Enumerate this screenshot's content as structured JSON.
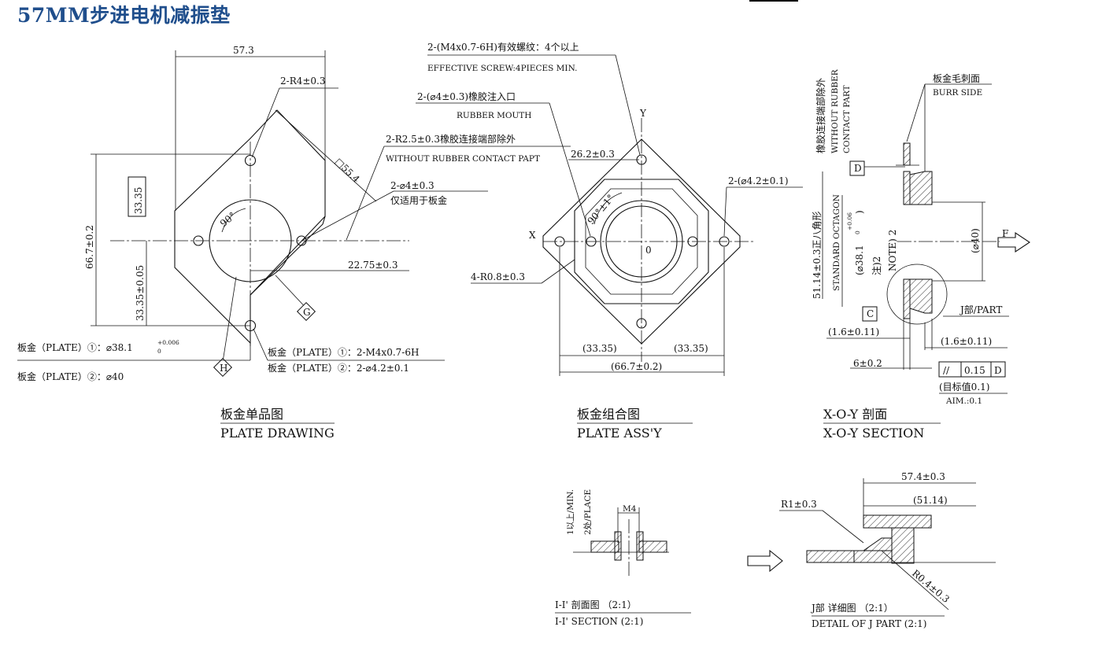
{
  "title": "57MM步进电机减振垫",
  "plate_drawing": {
    "dim_width": "57.3",
    "dim_r4": "2-R4±0.3",
    "dim_square": "□55.4",
    "dim_height": "66.7±0.2",
    "dim_ref": "33.35",
    "dim_half": "33.35±0.05",
    "dim_2245": "22.75±0.3",
    "dim_hole": "2-⌀4±0.3",
    "hole_note": "仅适用于板金",
    "angle": "90°",
    "label_g": "G",
    "label_h": "H",
    "plate1_left": "板金（PLATE）①：⌀38.1",
    "tol_upper": "+0.006",
    "tol_lower": "0",
    "plate2_left": "板金（PLATE）②：⌀40",
    "plate1_right": "板金（PLATE）①：2-M4x0.7-6H",
    "plate2_right": "板金（PLATE）②：2-⌀4.2±0.1",
    "caption_cn": "板金单品图",
    "caption_en": "PLATE DRAWING"
  },
  "assembly": {
    "screw_cn": "2-(M4x0.7-6H)有效螺纹：4个以上",
    "screw_en": "EFFECTIVE SCREW:4PIECES MIN.",
    "rubber_cn": "2-(⌀4±0.3)橡胶注入口",
    "rubber_en": "RUBBER MOUTH",
    "r25_cn": "2-R2.5±0.3橡胶连接端部除外",
    "r25_en": "WITHOUT RUBBER CONTACT PAPT",
    "dim_262": "26.2±0.3",
    "dim_42": "2-(⌀4.2±0.1)",
    "angle": "90°±1°",
    "axis_x": "X",
    "axis_y": "Y",
    "origin": "0",
    "dim_r08": "4-R0.8±0.3",
    "dim_left": "(33.35)",
    "dim_right": "(33.35)",
    "dim_total": "(66.7±0.2)",
    "caption_cn": "板金组合图",
    "caption_en": "PLATE ASS'Y"
  },
  "section": {
    "without_cn": "橡胶连接端部除外",
    "without_en1": "WITHOUT RUBBER",
    "without_en2": "CONTACT PART",
    "burr_cn": "板金毛刺面",
    "burr_en": "BURR SIDE",
    "label_d": "D",
    "label_c": "C",
    "octagon_cn": "51.14±0.3正八角形",
    "octagon_en": "STANDARD OCTAGON",
    "dia381": "(⌀38.1",
    "tol_upper": "+0.06",
    "tol_lower": "0",
    "dia381_end": ")",
    "note_cn": "注)2",
    "note_en": "NOTE) 2",
    "dia40": "(⌀40)",
    "force": "F",
    "jpart": "J部/PART",
    "dim_16a": "(1.6±0.11)",
    "dim_16b": "(1.6±0.11)",
    "dim_6": "6±0.2",
    "flat_sym": "//",
    "flat_val": "0.15",
    "flat_ref": "D",
    "aim_cn": "(目标值0.1)",
    "aim_en": "AIM.:0.1",
    "caption_cn": "X-O-Y 剖面",
    "caption_en": "X-O-Y SECTION"
  },
  "section_ii": {
    "min_label": "1以上/MIN.",
    "place_label": "2处/PLACE",
    "m4": "M4",
    "caption_cn": "I-I' 剖面图 （2:1）",
    "caption_en": "I-I'  SECTION (2:1)"
  },
  "detail_j": {
    "dim_574": "57.4±0.3",
    "dim_5114": "(51.14)",
    "r1": "R1±0.3",
    "r04": "R0.4±0.3",
    "caption_cn": "J部 详细图 （2:1）",
    "caption_en": "DETAIL OF J PART (2:1)"
  }
}
